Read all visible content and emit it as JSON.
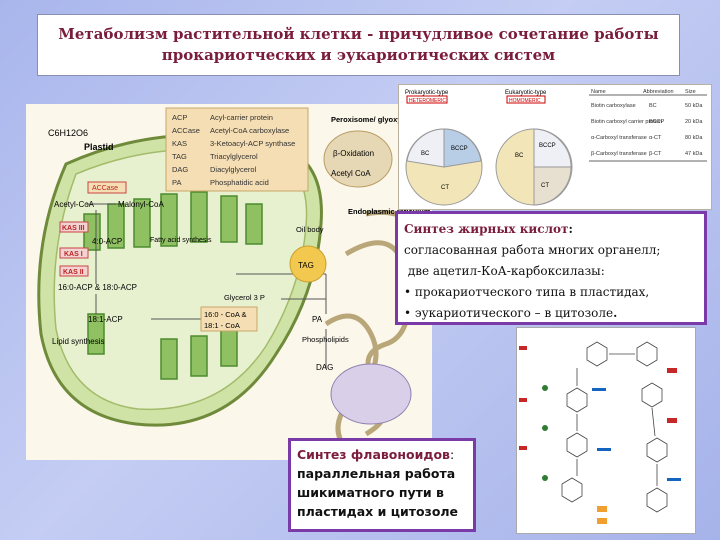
{
  "title": {
    "line1": "Метаболизм растительной клетки  - причудливое сочетание работы",
    "line2": "прокариотческих и эукариотических систем"
  },
  "cell_diagram": {
    "formula": "C6H12O6",
    "plastid": "Plastid",
    "legend": [
      {
        "abbr": "ACP",
        "full": "Acyl-carrier protein"
      },
      {
        "abbr": "ACCase",
        "full": "Acetyl-CoA carboxylase"
      },
      {
        "abbr": "KAS",
        "full": "3-Ketoacyl-ACP synthase"
      },
      {
        "abbr": "TAG",
        "full": "Triacylglycerol"
      },
      {
        "abbr": "DAG",
        "full": "Diacylglycerol"
      },
      {
        "abbr": "PA",
        "full": "Phosphatidic acid"
      }
    ],
    "peroxisome": "Peroxisome/ glyoxysome",
    "b_oxidation": "β-Oxidation",
    "acetyl_coa_right": "Acetyl CoA",
    "accase": "ACCase",
    "acetyl_coa": "Acetyl-CoA",
    "malonyl_coa": "Malonyl-CoA",
    "kas3": "KAS III",
    "kas1": "KAS I",
    "kas2": "KAS II",
    "c4_acp": "4:0-ACP",
    "fatty_acid": "Fatty acid synthesis",
    "c16_acp": "16:0-ACP & 18:0-ACP",
    "c18_1_acp": "18:1-ACP",
    "lipid_synth": "Lipid synthesis",
    "er": "Endoplasmic reticulum",
    "oil_body": "Oil body",
    "tag": "TAG",
    "glycerol": "Glycerol 3 P",
    "pa": "PA",
    "phospholipids": "Phospholipids",
    "dag": "DAG",
    "coa_box_1": "16:0 - CoA &",
    "coa_box_2": "18:1 - CoA"
  },
  "enzyme_table": {
    "headers": [
      "Name",
      "Abbreviation",
      "Size"
    ],
    "rows": [
      [
        "Biotin carboxylase",
        "BC",
        "50 kDa"
      ],
      [
        "Biotin carboxyl carrier protein",
        "BCCP",
        "20 kDa"
      ],
      [
        "α-Carboxyl transferase",
        "α-CT",
        "80 kDa"
      ],
      [
        "β-Carboxyl transferase",
        "β-CT",
        "47 kDa"
      ]
    ],
    "prokaryotic_title": "Prokaryotic-type",
    "eukaryotic_title": "Eukaryotic-type",
    "p_sub1": "HETEROMERIC",
    "e_sub1": "HOMOMERIC",
    "seg_bc": "BC",
    "seg_bccp": "BCCP",
    "seg_ct": "CT"
  },
  "fatty_acid_box": {
    "heading": "Синтез  жирных кислот",
    "colon": ":",
    "line1": "согласованная работа многих органелл;",
    "line2": " две ацетил-КоА-карбоксилазы:",
    "bullet1": "• прокариотческого типа в пластидах,",
    "bullet2": "• эукариотического – в цитозоле",
    "end": "."
  },
  "flavonoid_box": {
    "heading": "Синтез флавоноидов",
    "colon": ":",
    "line1": "параллельная работа",
    "line2": "шикиматного пути в",
    "line3": "пластидах и цитозоле"
  }
}
